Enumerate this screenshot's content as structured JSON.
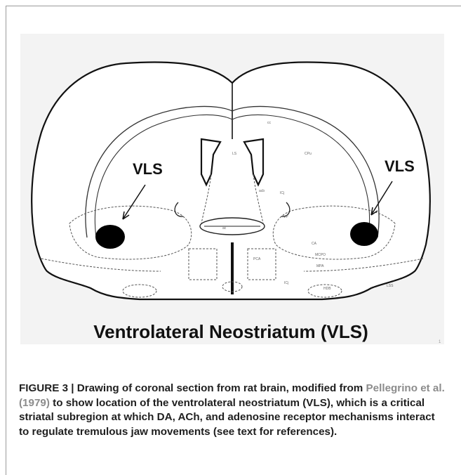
{
  "figure": {
    "left_label": "VLS",
    "right_label": "VLS",
    "title": "Ventrolateral Neostriatum (VLS)",
    "region_codes": [
      "cc",
      "CPu",
      "LS",
      "acb",
      "ICj",
      "ac",
      "VP",
      "CA",
      "PCA",
      "MCPO",
      "MPA",
      "HDB",
      "ICj",
      "LSS"
    ],
    "corner_mark": "1"
  },
  "caption": {
    "prefix": "FIGURE 3 | Drawing of coronal section from rat brain, modified from",
    "reference": "Pellegrino et al. (1979)",
    "body": "to show location of the ventrolateral neostriatum (VLS), which is a critical striatal subregion at which DA, ACh, and adenosine receptor mechanisms interact to regulate tremulous jaw movements (see text for references)."
  }
}
